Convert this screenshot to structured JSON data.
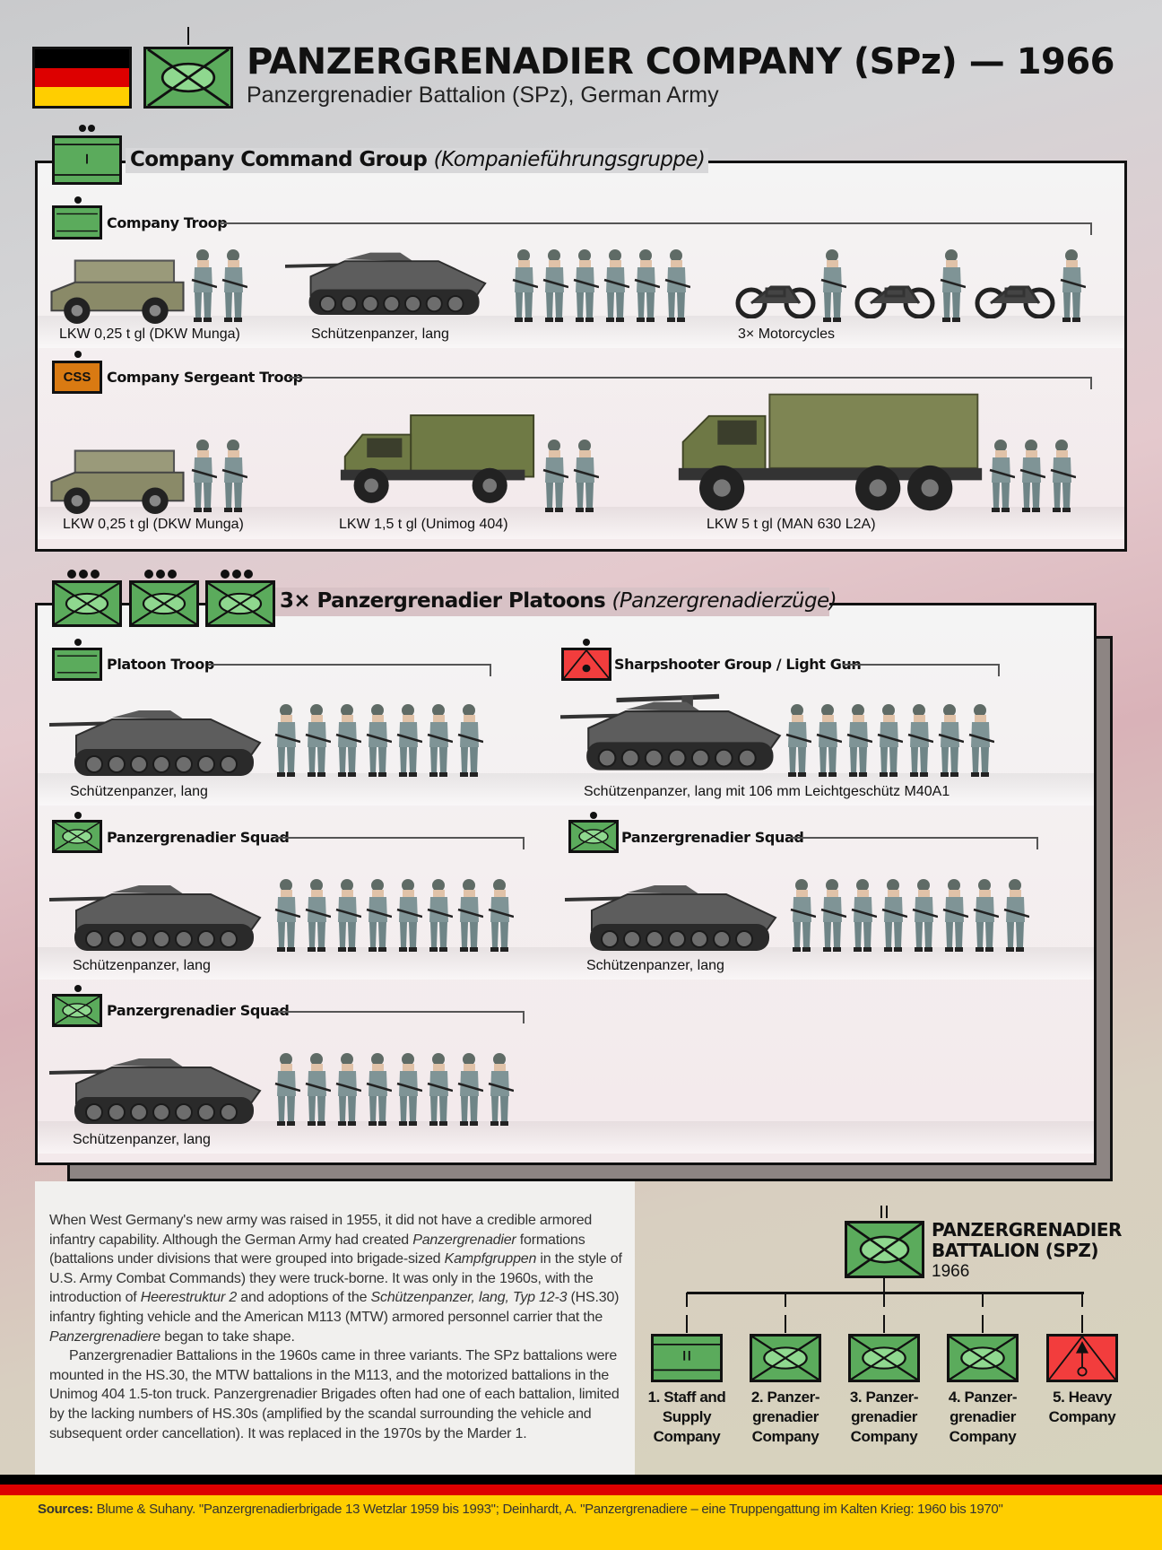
{
  "header": {
    "title": "PANZERGRENADIER COMPANY (SPz) — 1966",
    "subtitle": "Panzergrenadier Battalion (SPz), German Army",
    "flag_colors": [
      "#000000",
      "#dd0000",
      "#ffce00"
    ]
  },
  "command_group": {
    "title": "Company Command Group",
    "title_german": "(Kompanieführungsgruppe)",
    "company_troop": {
      "label": "Company Troop",
      "vehicles": [
        {
          "label": "LKW 0,25 t gl (DKW Munga)",
          "icon": "jeep-icon",
          "soldiers": 2
        },
        {
          "label": "Schützenpanzer, lang",
          "icon": "tank-icon",
          "soldiers": 6
        },
        {
          "label": "3× Motorcycles",
          "icon": "motorcycle-icon",
          "soldiers": 3
        }
      ]
    },
    "sergeant_troop": {
      "label": "Company Sergeant Troop",
      "badge": "CSS",
      "vehicles": [
        {
          "label": "LKW 0,25 t gl (DKW Munga)",
          "icon": "jeep-icon",
          "soldiers": 2
        },
        {
          "label": "LKW 1,5 t gl (Unimog 404)",
          "icon": "unimog-icon",
          "soldiers": 2
        },
        {
          "label": "LKW 5 t gl (MAN 630 L2A)",
          "icon": "truck-icon",
          "soldiers": 3
        }
      ]
    }
  },
  "platoons": {
    "title": "3× Panzergrenadier Platoons",
    "title_german": "(Panzergrenadierzüge)",
    "units": [
      {
        "label": "Platoon Troop",
        "vehicle": "Schützenpanzer, lang",
        "soldiers": 7
      },
      {
        "label": "Sharpshooter Group / Light Gun",
        "vehicle": "Schützenpanzer, lang mit 106 mm Leichtgeschütz M40A1",
        "soldiers": 7
      },
      {
        "label": "Panzergrenadier Squad",
        "vehicle": "Schützenpanzer, lang",
        "soldiers": 8
      },
      {
        "label": "Panzergrenadier Squad",
        "vehicle": "Schützenpanzer, lang",
        "soldiers": 8
      },
      {
        "label": "Panzergrenadier Squad",
        "vehicle": "Schützenpanzer, lang",
        "soldiers": 8
      }
    ]
  },
  "description": {
    "p1_parts": [
      "When West Germany's new army was raised in 1955, it did not have a credible armored infantry capability. Although the German Army had created ",
      "Panzergrenadier",
      " formations (battalions under divisions that were grouped into brigade-sized ",
      "Kampfgruppen",
      " in the style of U.S. Army Combat Commands) they were truck-borne. It was only in the 1960s, with the introduction of ",
      "Heerestruktur 2",
      " and adoptions of the ",
      "Schützenpanzer, lang, Typ 12-3",
      " (HS.30) infantry fighting vehicle and the American M113 (MTW) armored personnel carrier that the ",
      "Panzergrenadiere",
      " began to take shape."
    ],
    "p2": "Panzergrenadier Battalions in the 1960s came in three variants. The SPz battalions were mounted in the HS.30, the MTW battalions in the M113, and the motorized battalions in the Unimog 404 1.5-ton truck. Panzergrenadier Brigades often had one of each battalion, limited by the lacking numbers of HS.30s (amplified by the scandal surrounding the vehicle and subsequent order cancellation). It was replaced in the 1970s by the Marder 1."
  },
  "battalion": {
    "title_line1": "PANZERGRENADIER",
    "title_line2": "BATTALION (SPZ)",
    "year": "1966",
    "companies": [
      {
        "label": "1. Staff and Supply Company",
        "type": "hq"
      },
      {
        "label": "2. Panzer-grenadier Company",
        "type": "pzgren"
      },
      {
        "label": "3. Panzer-grenadier Company",
        "type": "pzgren"
      },
      {
        "label": "4. Panzer-grenadier Company",
        "type": "pzgren"
      },
      {
        "label": "5. Heavy Company",
        "type": "heavy"
      }
    ]
  },
  "footer": {
    "sources_label": "Sources:",
    "sources_text": " Blume & Suhany. \"Panzergrenadierbrigade 13 Wetzlar 1959 bis 1993\"; Deinhardt, A. \"Panzergrenadiere – eine Truppengattung im Kalten Krieg: 1960 bis 1970\""
  },
  "colors": {
    "infantry_green": "#5bab5c",
    "css_orange": "#d97a12",
    "heavy_red": "#f23d3d",
    "footer_yellow": "#ffce00"
  }
}
